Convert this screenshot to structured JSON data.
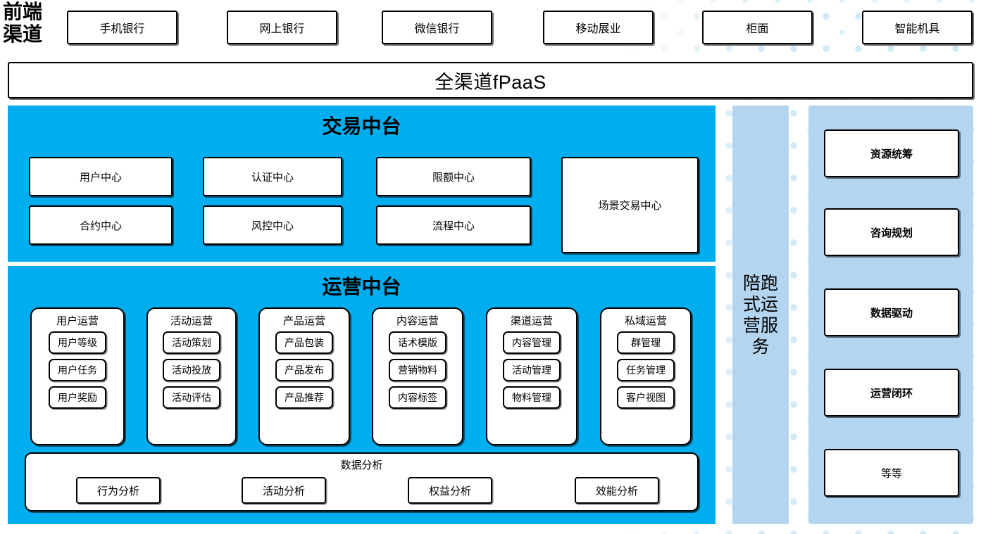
{
  "colors": {
    "platform_blue": "#00ADEF",
    "panel_light_blue": "#B4D5EF",
    "box_white": "#FFFFFF",
    "outline_black": "#000000"
  },
  "channel_layer": {
    "label": "前端渠道",
    "items": [
      {
        "label": "手机银行"
      },
      {
        "label": "网上银行"
      },
      {
        "label": "微信银行"
      },
      {
        "label": "移动展业"
      },
      {
        "label": "柜面"
      },
      {
        "label": "智能机具"
      }
    ]
  },
  "fpaas_bar": {
    "label": "全渠道fPaaS"
  },
  "trade_platform": {
    "title": "交易中台",
    "boxes": [
      {
        "label": "用户中心"
      },
      {
        "label": "认证中心"
      },
      {
        "label": "限额中心"
      },
      {
        "label": "合约中心"
      },
      {
        "label": "风控中心"
      },
      {
        "label": "流程中心"
      }
    ],
    "scene_box": {
      "label": "场景交易中心"
    }
  },
  "ops_platform": {
    "title": "运营中台",
    "groups": [
      {
        "title": "用户运营",
        "items": [
          "用户等级",
          "用户任务",
          "用户奖励"
        ]
      },
      {
        "title": "活动运营",
        "items": [
          "活动策划",
          "活动投放",
          "活动评估"
        ]
      },
      {
        "title": "产品运营",
        "items": [
          "产品包装",
          "产品发布",
          "产品推荐"
        ]
      },
      {
        "title": "内容运营",
        "items": [
          "话术模版",
          "营销物料",
          "内容标签"
        ]
      },
      {
        "title": "渠道运营",
        "items": [
          "内容管理",
          "活动管理",
          "物料管理"
        ]
      },
      {
        "title": "私域运营",
        "items": [
          "群管理",
          "任务管理",
          "客户视图"
        ]
      }
    ],
    "data_analysis": {
      "title": "数据分析",
      "items": [
        "行为分析",
        "活动分析",
        "权益分析",
        "效能分析"
      ]
    }
  },
  "accompany_service": {
    "label": "陪跑式运营服务"
  },
  "value_column": {
    "items": [
      {
        "label": "资源统筹",
        "bold": true
      },
      {
        "label": "咨询规划",
        "bold": true
      },
      {
        "label": "数据驱动",
        "bold": true
      },
      {
        "label": "运营闭环",
        "bold": true
      },
      {
        "label": "等等",
        "bold": false
      }
    ]
  }
}
